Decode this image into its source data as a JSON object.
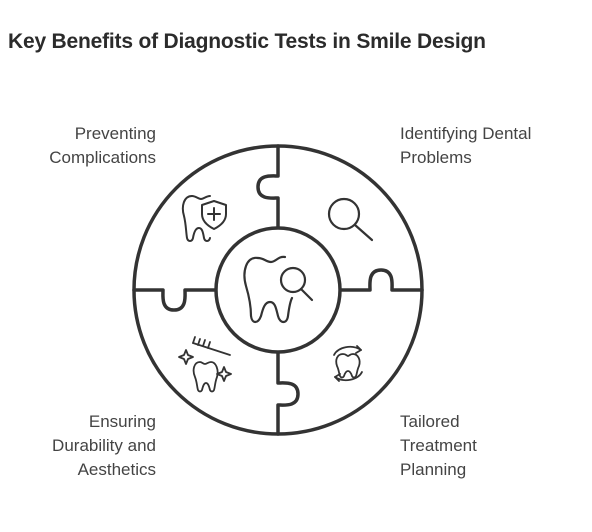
{
  "title": "Key Benefits of Diagnostic Tests in Smile Design",
  "labels": {
    "top_left": [
      "Preventing",
      "Complications"
    ],
    "top_right": [
      "Identifying Dental",
      "Problems"
    ],
    "bottom_left": [
      "Ensuring",
      "Durability and",
      "Aesthetics"
    ],
    "bottom_right": [
      "Tailored",
      "Treatment",
      "Planning"
    ]
  },
  "icons": {
    "center": "tooth-magnifier-icon",
    "top_left": "tooth-shield-icon",
    "top_right": "magnifying-glass-icon",
    "bottom_left": "toothbrush-tooth-sparkle-icon",
    "bottom_right": "tooth-cycle-icon"
  },
  "colors": {
    "stroke": "#333333",
    "text": "#444444"
  }
}
